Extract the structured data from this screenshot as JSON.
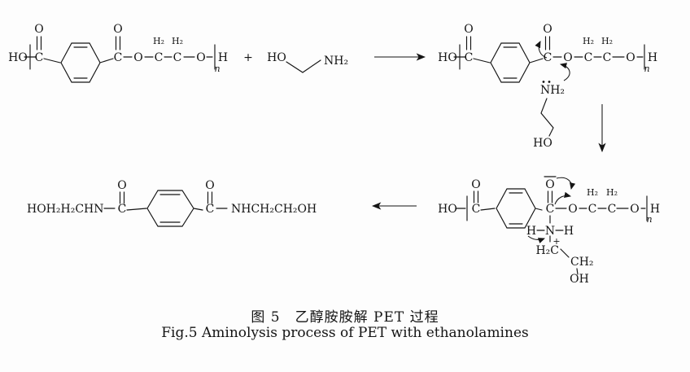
{
  "atoms": {
    "ho": "HO",
    "oh": "OH",
    "c": "C",
    "o": "O",
    "h": "H",
    "h2": "H₂",
    "n_sub": "n",
    "nh2": "NH₂",
    "n": "N",
    "h2c": "H₂C",
    "ch2": "CH₂",
    "plus_charge": "+",
    "amide_left": "HOH₂H₂CHN",
    "amide_right": "NHCH₂CH₂OH"
  },
  "operators": {
    "plus": "+"
  },
  "caption": {
    "zh": "图 5　乙醇胺胺解 PET 过程",
    "en": "Fig.5 Aminolysis process of PET with ethanolamines"
  }
}
